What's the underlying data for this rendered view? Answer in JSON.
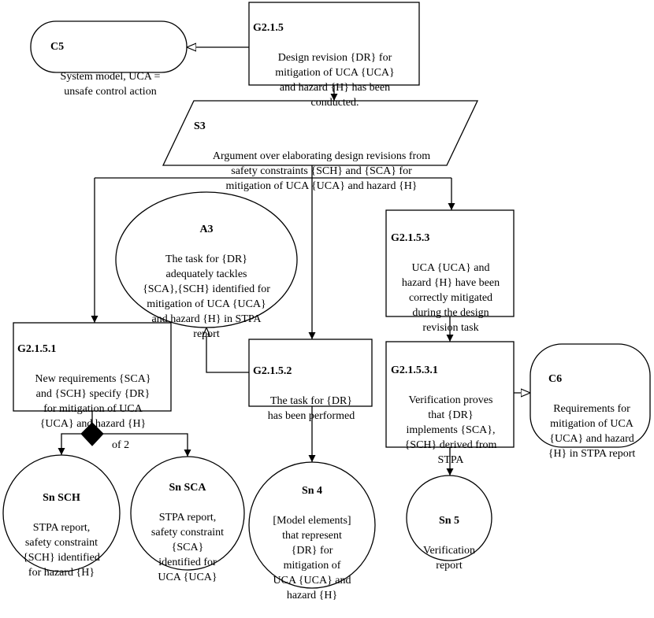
{
  "nodes": {
    "c5": {
      "id": "C5",
      "text": "System model, UCA =\nunsafe control action"
    },
    "g215": {
      "id": "G2.1.5",
      "text": "Design revision {DR} for\nmitigation of UCA {UCA}\nand hazard {H} has been\nconducted."
    },
    "s3": {
      "id": "S3",
      "text": "Argument over elaborating design revisions from\nsafety constraints {SCH} and {SCA} for\nmitigation of UCA {UCA} and hazard {H}"
    },
    "a3": {
      "id": "A3",
      "text": "The task for {DR}\nadequately tackles\n{SCA},{SCH} identified for\nmitigation of UCA {UCA}\nand hazard {H} in STPA\nreport"
    },
    "g2151": {
      "id": "G2.1.5.1",
      "text": "New requirements {SCA}\nand {SCH} specify {DR}\nfor mitigation of UCA\n{UCA} and hazard {H}"
    },
    "g2152": {
      "id": "G2.1.5.2",
      "text": "The task for {DR}\nhas been performed"
    },
    "g2153": {
      "id": "G2.1.5.3",
      "text": "UCA {UCA} and\nhazard {H} have been\ncorrectly mitigated\nduring the design\nrevision task"
    },
    "g21531": {
      "id": "G2.1.5.3.1",
      "text": "Verification proves\nthat {DR}\nimplements {SCA},\n{SCH} derived from\nSTPA"
    },
    "c6": {
      "id": "C6",
      "text": "Requirements for\nmitigation of UCA\n{UCA} and hazard\n{H} in STPA report"
    },
    "snsch": {
      "id": "Sn SCH",
      "text": "STPA report,\nsafety constraint\n{SCH} identified\nfor hazard {H}"
    },
    "snsca": {
      "id": "Sn SCA",
      "text": "STPA report,\nsafety constraint\n{SCA}\nidentified for\nUCA {UCA}"
    },
    "sn4": {
      "id": "Sn 4",
      "text": "[Model elements]\nthat represent\n{DR} for\nmitigation of\nUCA {UCA} and\nhazard {H}"
    },
    "sn5": {
      "id": "Sn 5",
      "text": "Verification\nreport"
    }
  },
  "multiplicity_label": "of 2"
}
